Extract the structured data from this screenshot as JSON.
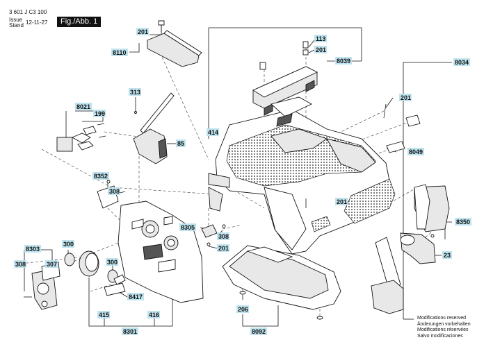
{
  "header": {
    "doc_number": "3 601 J C3 100",
    "issue_label": "Issue",
    "stand_label": "Stand",
    "issue_date": "12-11-27",
    "figure_tab": "Fig./Abb. 1"
  },
  "footer": {
    "lines": [
      "Modifications reserved",
      "Änderungen vorbehalten",
      "Modifications réservées",
      "Salvo modificaciones"
    ]
  },
  "callouts": {
    "c201a": "201",
    "c8110": "8110",
    "c113": "113",
    "c201b": "201",
    "c8039": "8039",
    "c8034": "8034",
    "c313": "313",
    "c8021": "8021",
    "c199": "199",
    "c414": "414",
    "c201c": "201",
    "c85": "85",
    "c8049": "8049",
    "c8352": "8352",
    "c308a": "308",
    "c201d": "201",
    "c8305": "8305",
    "c308b": "308",
    "c201e": "201",
    "c8350": "8350",
    "c8303": "8303",
    "c300a": "300",
    "c308c": "308",
    "c307": "307",
    "c300b": "300",
    "c23": "23",
    "c8417": "8417",
    "c415": "415",
    "c416": "416",
    "c8301": "8301",
    "c206": "206",
    "c8092": "8092"
  }
}
